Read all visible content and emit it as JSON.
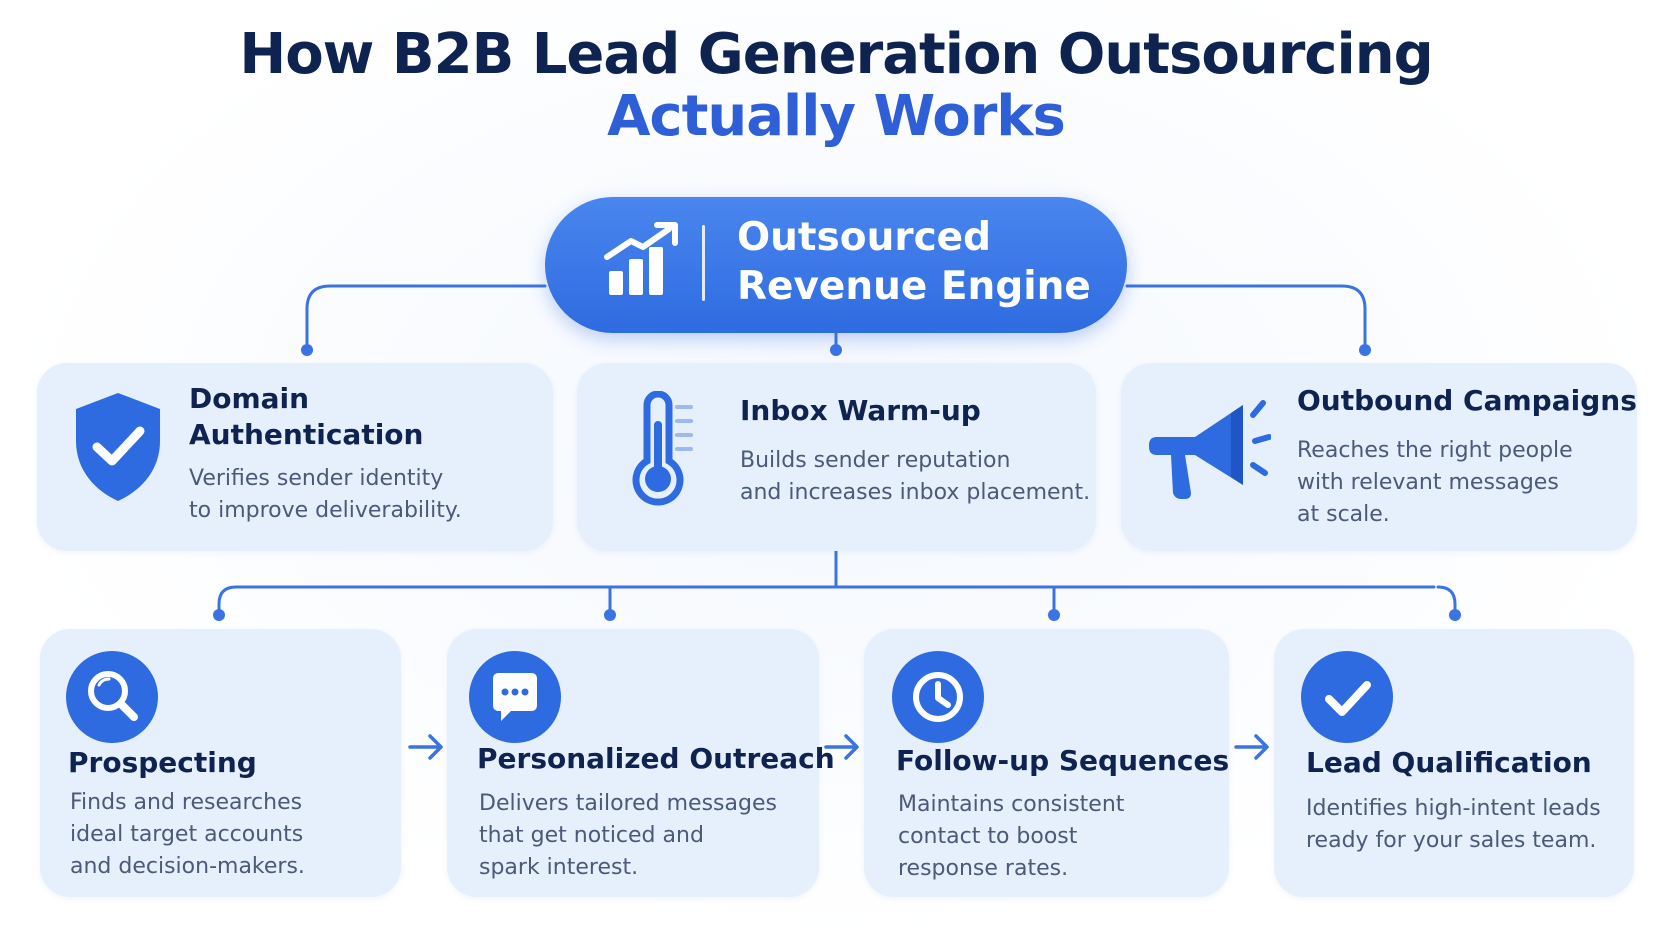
{
  "title": {
    "line1": "How B2B Lead Generation Outsourcing",
    "line2": "Actually Works"
  },
  "hub": {
    "line1": "Outsourced",
    "line2": "Revenue Engine",
    "icon": "growth-chart-icon"
  },
  "top_cards": [
    {
      "icon": "shield-check-icon",
      "title": [
        "Domain",
        "Authentication"
      ],
      "desc": [
        "Verifies sender identity",
        "to improve deliverability."
      ]
    },
    {
      "icon": "thermometer-icon",
      "title": [
        "Inbox Warm-up"
      ],
      "desc": [
        "Builds sender reputation",
        "and increases inbox placement."
      ]
    },
    {
      "icon": "megaphone-icon",
      "title": [
        "Outbound Campaigns"
      ],
      "desc": [
        "Reaches the right people",
        "with relevant messages",
        "at scale."
      ]
    }
  ],
  "bottom_cards": [
    {
      "icon": "search-icon",
      "title": "Prospecting",
      "desc": [
        "Finds and researches",
        "ideal target accounts",
        "and decision-makers."
      ]
    },
    {
      "icon": "chat-icon",
      "title": "Personalized Outreach",
      "desc": [
        "Delivers tailored messages",
        "that get noticed and",
        "spark interest."
      ]
    },
    {
      "icon": "clock-icon",
      "title": "Follow-up Sequences",
      "desc": [
        "Maintains consistent",
        "contact to boost",
        "response rates."
      ]
    },
    {
      "icon": "checkmark-icon",
      "title": "Lead Qualification",
      "desc": [
        "Identifies high-intent leads",
        "ready for your sales team."
      ]
    }
  ],
  "colors": {
    "primary": "#2e6be0",
    "title_dark": "#0f2350",
    "title_blue": "#2f5fd6",
    "card_bg": "#e6effc",
    "text_gray": "#4a5a78"
  }
}
